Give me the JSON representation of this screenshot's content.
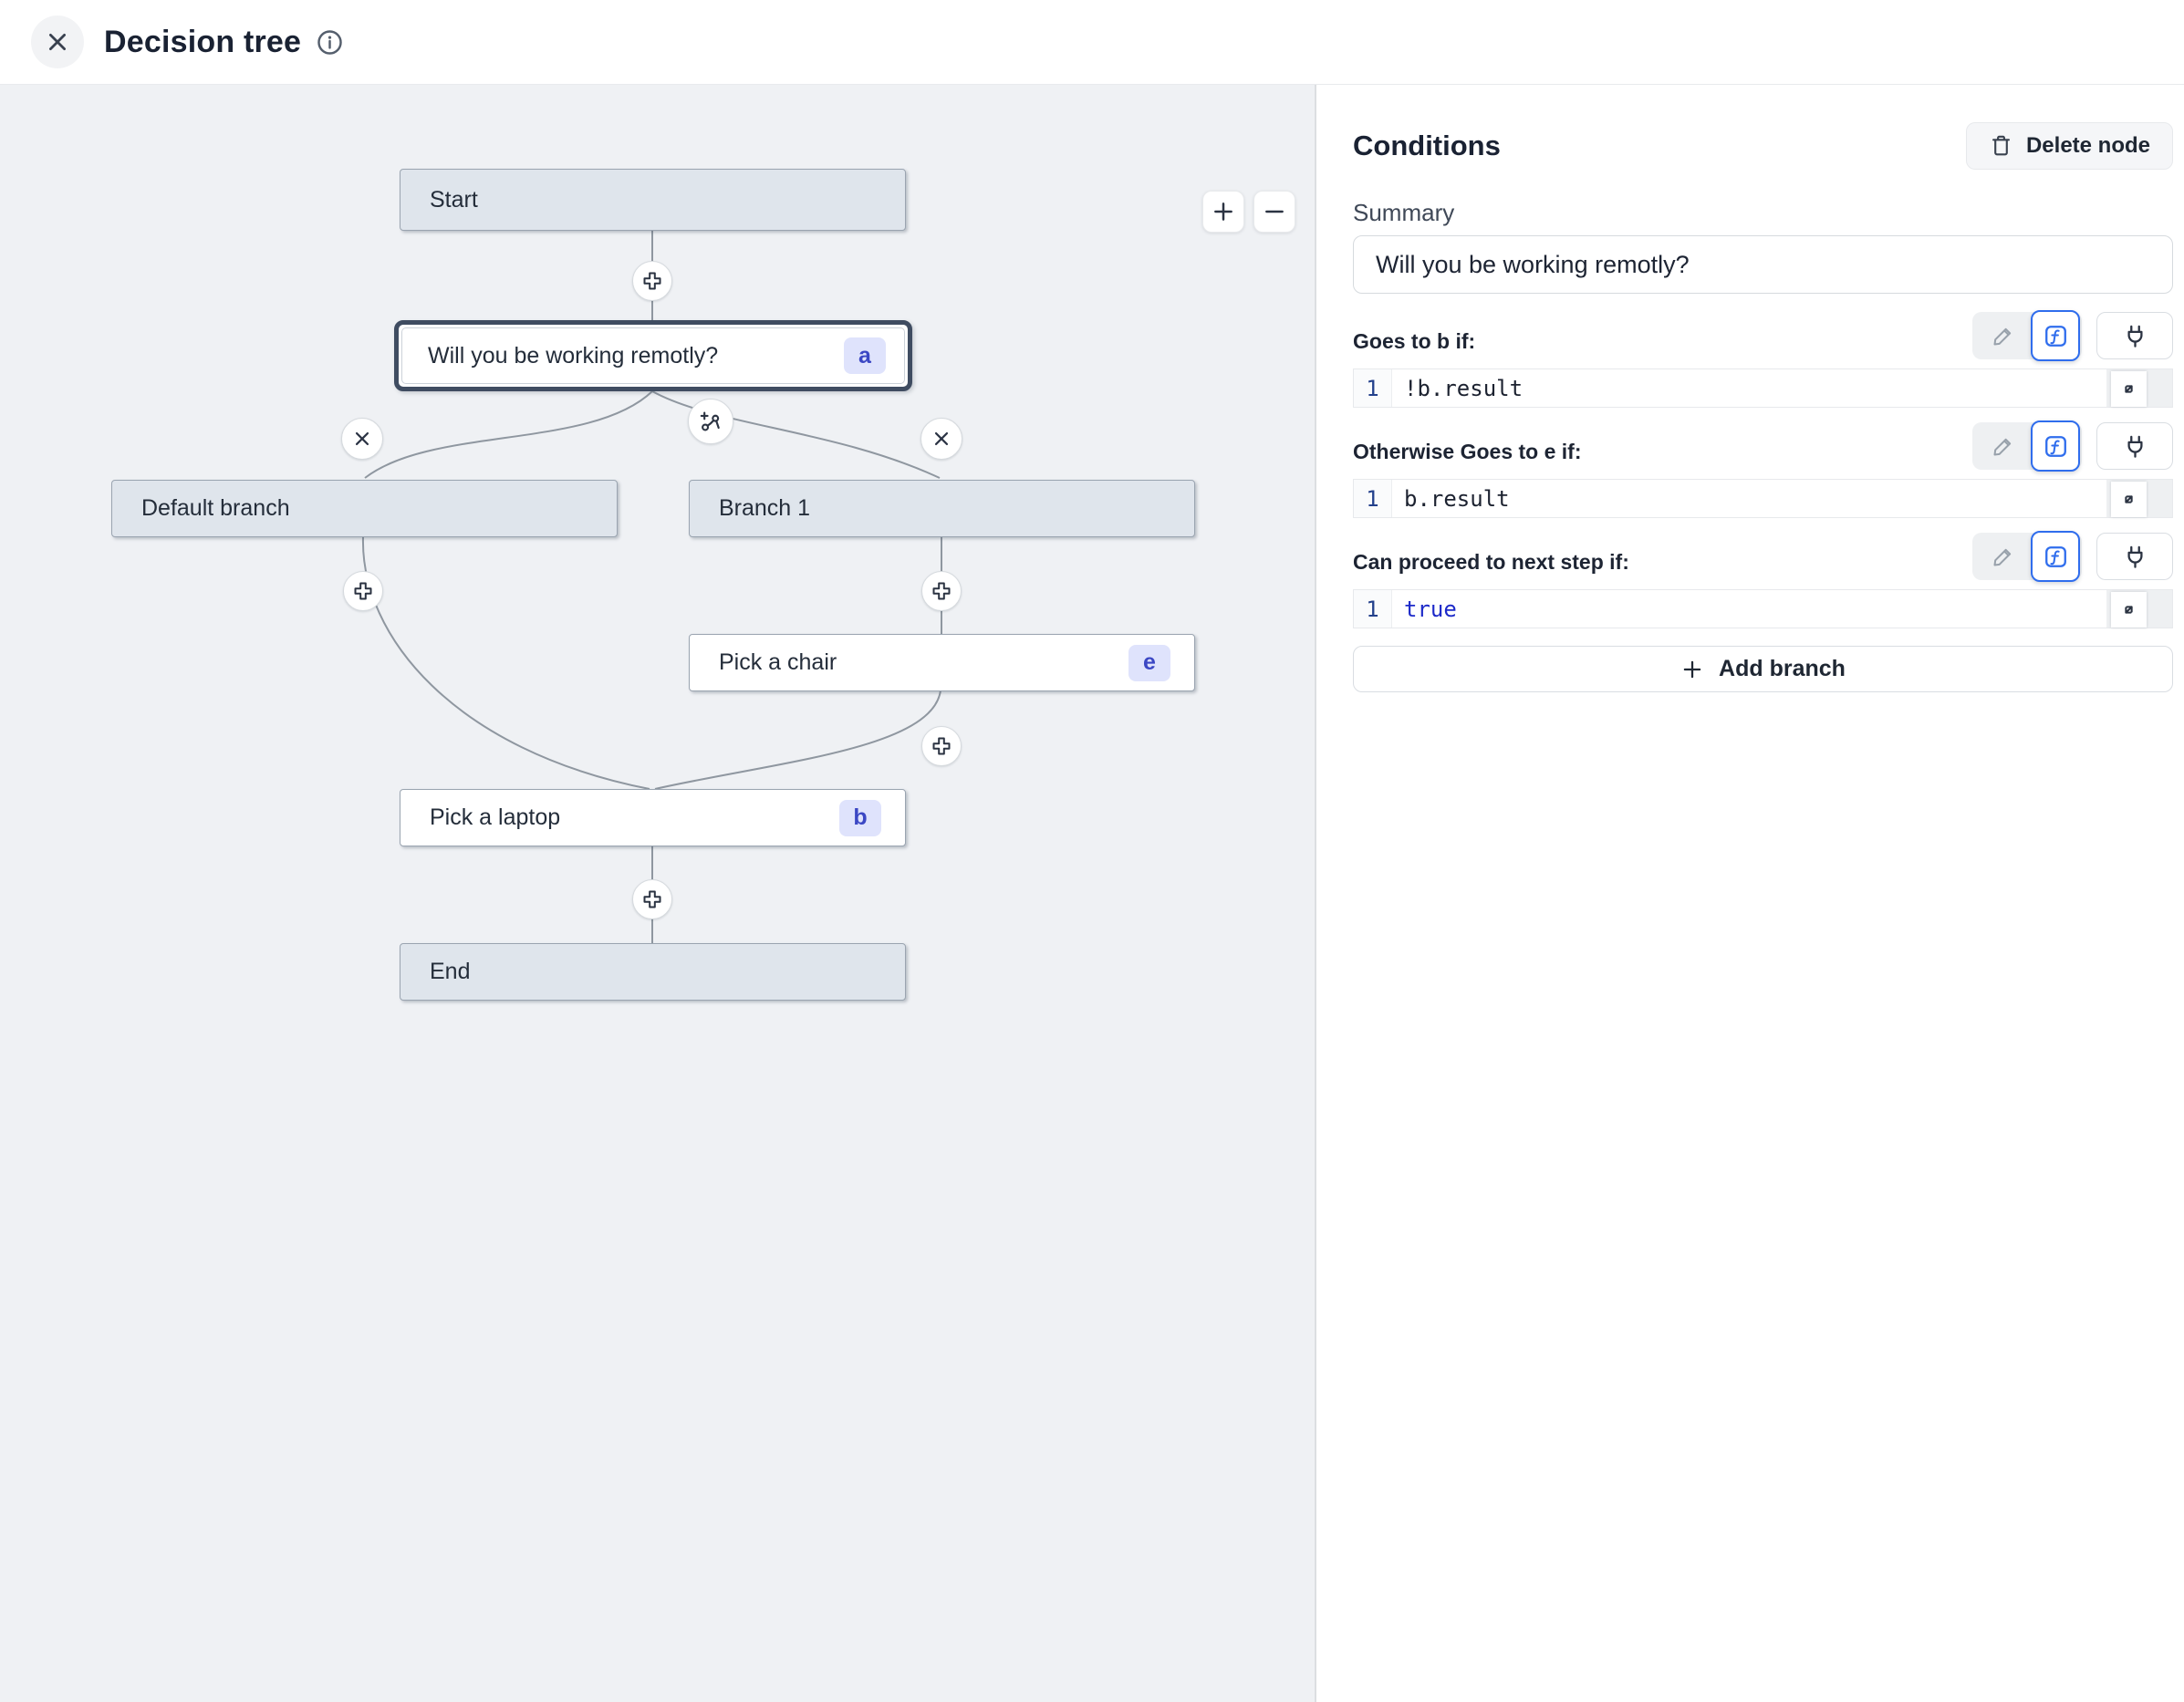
{
  "header": {
    "title": "Decision tree"
  },
  "canvas": {
    "nodes": {
      "start": {
        "label": "Start"
      },
      "question": {
        "label": "Will you be working remotly?",
        "badge": "a"
      },
      "default_branch": {
        "label": "Default branch"
      },
      "branch_1": {
        "label": "Branch 1"
      },
      "chair": {
        "label": "Pick a chair",
        "badge": "e"
      },
      "laptop": {
        "label": "Pick a laptop",
        "badge": "b"
      },
      "end": {
        "label": "End"
      }
    },
    "icons": {
      "zoom_in": "plus",
      "zoom_out": "minus",
      "add_node": "plus-cross",
      "delete_branch": "x",
      "insert_branch": "route-plus"
    }
  },
  "panel": {
    "title": "Conditions",
    "delete_button_label": "Delete node",
    "summary_label": "Summary",
    "summary_value": "Will you be working remotly?",
    "sections": [
      {
        "label": "Goes to b if:",
        "line_number": "1",
        "code": "!b.result"
      },
      {
        "label": "Otherwise Goes to e if:",
        "line_number": "1",
        "code": "b.result"
      },
      {
        "label": "Can proceed to next step if:",
        "line_number": "1",
        "code": "true"
      }
    ],
    "tool_icons": {
      "edit": "pencil",
      "function_mode": "fx",
      "plug": "plug",
      "expand": "expand-diagonal"
    },
    "add_branch_label": "Add branch",
    "colors": {
      "accent_blue": "#2f6ded",
      "badge": "#3b47c4",
      "keyword": "#1d2ac9"
    }
  }
}
